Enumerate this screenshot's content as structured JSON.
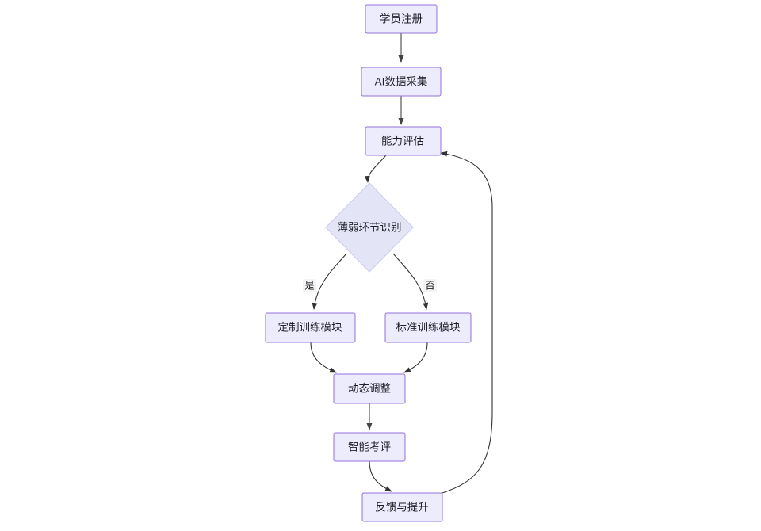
{
  "diagram": {
    "type": "flowchart",
    "direction": "top-down",
    "background_color": "#ffffff",
    "node_fill": "#ececfd",
    "node_border": "#9370db",
    "decision_fill": "#e4e4f7",
    "edge_color": "#333333",
    "nodes": [
      {
        "id": "n1",
        "label": "学员注册",
        "shape": "rect"
      },
      {
        "id": "n2",
        "label": "AI数据采集",
        "shape": "rect"
      },
      {
        "id": "n3",
        "label": "能力评估",
        "shape": "rect"
      },
      {
        "id": "n4",
        "label": "薄弱环节识别",
        "shape": "diamond"
      },
      {
        "id": "n5",
        "label": "定制训练模块",
        "shape": "rect"
      },
      {
        "id": "n6",
        "label": "标准训练模块",
        "shape": "rect"
      },
      {
        "id": "n7",
        "label": "动态调整",
        "shape": "rect"
      },
      {
        "id": "n8",
        "label": "智能考评",
        "shape": "rect"
      },
      {
        "id": "n9",
        "label": "反馈与提升",
        "shape": "rect"
      }
    ],
    "edges": [
      {
        "from": "n1",
        "to": "n2",
        "label": ""
      },
      {
        "from": "n2",
        "to": "n3",
        "label": ""
      },
      {
        "from": "n3",
        "to": "n4",
        "label": ""
      },
      {
        "from": "n4",
        "to": "n5",
        "label": "是"
      },
      {
        "from": "n4",
        "to": "n6",
        "label": "否"
      },
      {
        "from": "n5",
        "to": "n7",
        "label": ""
      },
      {
        "from": "n6",
        "to": "n7",
        "label": ""
      },
      {
        "from": "n7",
        "to": "n8",
        "label": ""
      },
      {
        "from": "n8",
        "to": "n9",
        "label": ""
      },
      {
        "from": "n9",
        "to": "n3",
        "label": ""
      }
    ],
    "edge_labels": {
      "yes": "是",
      "no": "否"
    }
  }
}
